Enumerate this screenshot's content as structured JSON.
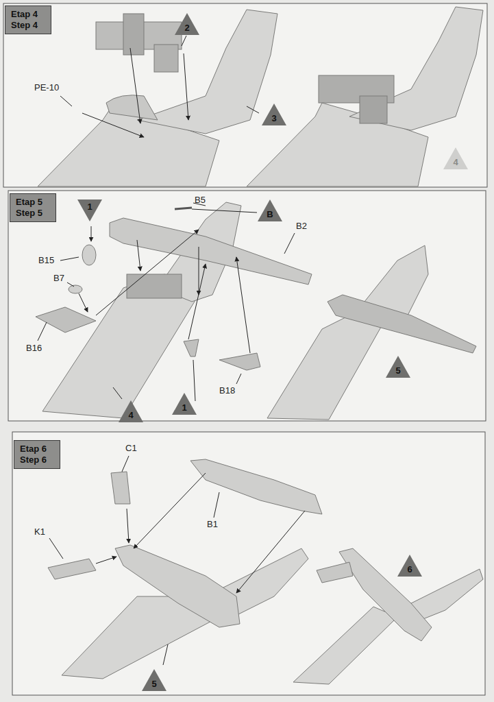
{
  "diagram": {
    "nodes": [
      {
        "text": [
          "Etap 4 Step 4"
        ]
      },
      {
        "text": [
          "2"
        ]
      },
      {
        "text": [
          "3"
        ]
      },
      {
        "text": [
          "4"
        ]
      },
      {
        "text": [
          "Etap 5 Step 5"
        ]
      },
      {
        "text": [
          "1"
        ]
      },
      {
        "text": [
          "B"
        ]
      },
      {
        "text": [
          "4"
        ]
      },
      {
        "text": [
          "1"
        ]
      },
      {
        "text": [
          "5"
        ]
      },
      {
        "text": [
          "Etap 6 Step 6"
        ]
      },
      {
        "text": [
          "6"
        ]
      },
      {
        "text": [
          "5"
        ]
      }
    ],
    "labels": [
      "PE-10",
      "B5",
      "B2",
      "B15",
      "B7",
      "B16",
      "B18",
      "C1",
      "K1",
      "B1"
    ]
  }
}
